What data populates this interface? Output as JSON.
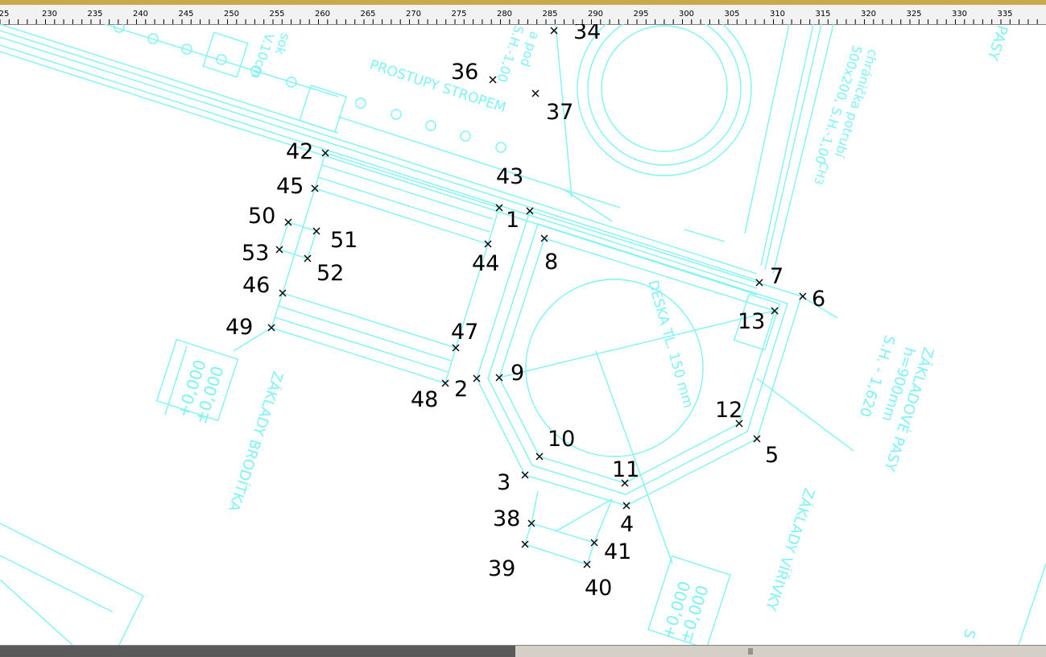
{
  "ruler": {
    "labels": [
      "25",
      "230",
      "235",
      "240",
      "245",
      "250",
      "255",
      "260",
      "265",
      "270",
      "275",
      "280",
      "285",
      "290",
      "295",
      "300",
      "305",
      "310",
      "315",
      "320",
      "325",
      "330",
      "335"
    ]
  },
  "drawing": {
    "texts": {
      "prostupy": "PROSTUPY STROPEM",
      "chranicka": "chránička potrubí",
      "chranicka2": "500x200, S.H.-1,00",
      "ch3": "CH3",
      "deska": "DESKA TL. 150 mm",
      "zakladove": "ZÁKLADOVÉ PASY",
      "zakladove_h": "h=900mm",
      "zakladove_sh": "S.H. - 1,620",
      "zaklady_brodit": "ZÁKLADY BRODÍTKA",
      "zaklady_virivky": "ZÁKLADY VÍŘIVKY",
      "level1a": "+0,000",
      "level1b": "±0,000",
      "level2a": "+0,000",
      "level2b": "±0,000",
      "sh_top": "S.H.-1,00",
      "top_a": "sok",
      "top_b": "V.10cm",
      "top_c": "a pod",
      "pasy_top": "PASY",
      "s_right": "S"
    },
    "points": [
      {
        "label": "34"
      },
      {
        "label": "36"
      },
      {
        "label": "37"
      },
      {
        "label": "42"
      },
      {
        "label": "43"
      },
      {
        "label": "45"
      },
      {
        "label": "1"
      },
      {
        "label": "50"
      },
      {
        "label": "51"
      },
      {
        "label": "53"
      },
      {
        "label": "52"
      },
      {
        "label": "44"
      },
      {
        "label": "8"
      },
      {
        "label": "7"
      },
      {
        "label": "6"
      },
      {
        "label": "46"
      },
      {
        "label": "13"
      },
      {
        "label": "49"
      },
      {
        "label": "47"
      },
      {
        "label": "9"
      },
      {
        "label": "2"
      },
      {
        "label": "48"
      },
      {
        "label": "12"
      },
      {
        "label": "5"
      },
      {
        "label": "10"
      },
      {
        "label": "11"
      },
      {
        "label": "3"
      },
      {
        "label": "38"
      },
      {
        "label": "4"
      },
      {
        "label": "41"
      },
      {
        "label": "39"
      },
      {
        "label": "40"
      }
    ]
  },
  "colors": {
    "cad_line": "#7ff3f3",
    "background": "#ffffff",
    "marker": "#000000"
  }
}
